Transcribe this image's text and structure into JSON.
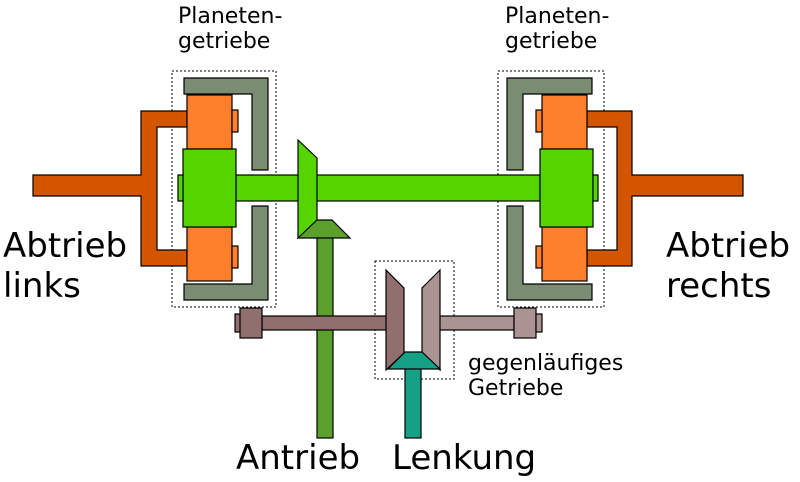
{
  "labels": {
    "planetary_left": "Planeten-\ngetriebe",
    "planetary_right": "Planeten-\ngetriebe",
    "output_left": "Abtrieb\nlinks",
    "output_right": "Abtrieb\nrechts",
    "counter_gear": "gegenläufiges\nGetriebe",
    "drive": "Antrieb",
    "steering": "Lenkung"
  },
  "colors": {
    "output_shaft": "#d45500",
    "planet_gears": "#ff7f2a",
    "sun_and_main_shaft": "#55d400",
    "ring_gear": "#7a8c72",
    "drive_shaft": "#5aa02c",
    "steering_shaft": "#16a085",
    "counter_shaft_left": "#916f6f",
    "counter_shaft_right": "#ac9393",
    "outline": "#000000"
  }
}
